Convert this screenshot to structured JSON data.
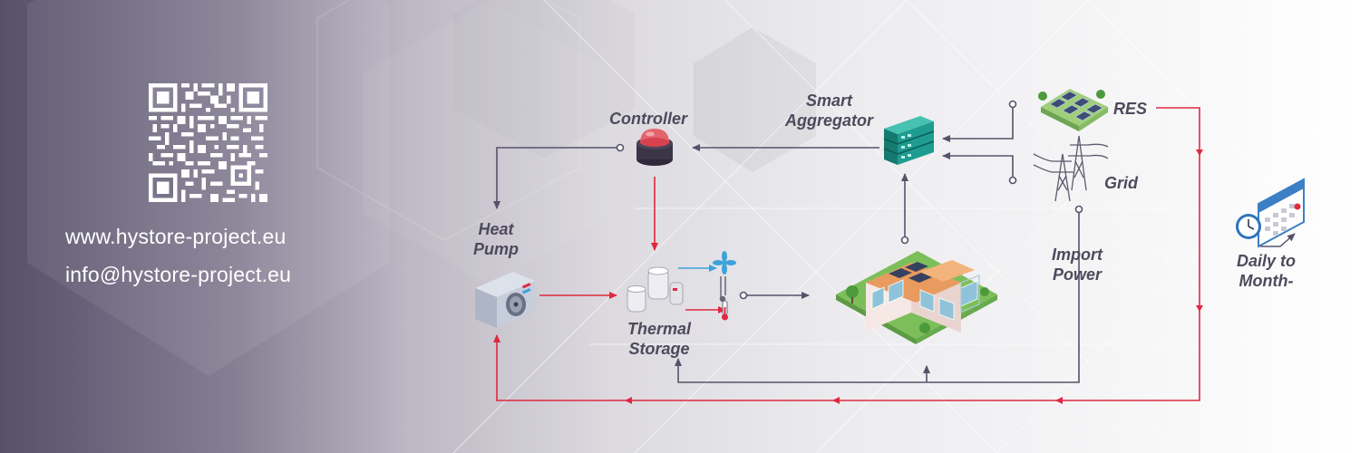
{
  "contact": {
    "website": "www.hystore-project.eu",
    "email": "info@hystore-project.eu"
  },
  "labels": {
    "controller": "Controller",
    "smart_aggregator": "Smart\nAggregator",
    "res": "RES",
    "grid": "Grid",
    "heat_pump": "Heat\nPump",
    "thermal_storage": "Thermal\nStorage",
    "import_power": "Import\nPower",
    "daily_to_month": "Daily to\nMonth-"
  },
  "colors": {
    "red_line": "#e0283f",
    "dark_line": "#57526a",
    "label_text": "#4e4a5c",
    "teal": "#1e9c90",
    "cyan_arrow": "#3ba3d9"
  },
  "icons": [
    "qr-code-icon",
    "controller-icon",
    "aggregator-server-icon",
    "solar-panels-icon",
    "pylon-icon",
    "heat-pump-icon",
    "thermal-storage-icon",
    "fan-icon",
    "thermometer-icon",
    "building-icon",
    "clock-calendar-icon"
  ]
}
